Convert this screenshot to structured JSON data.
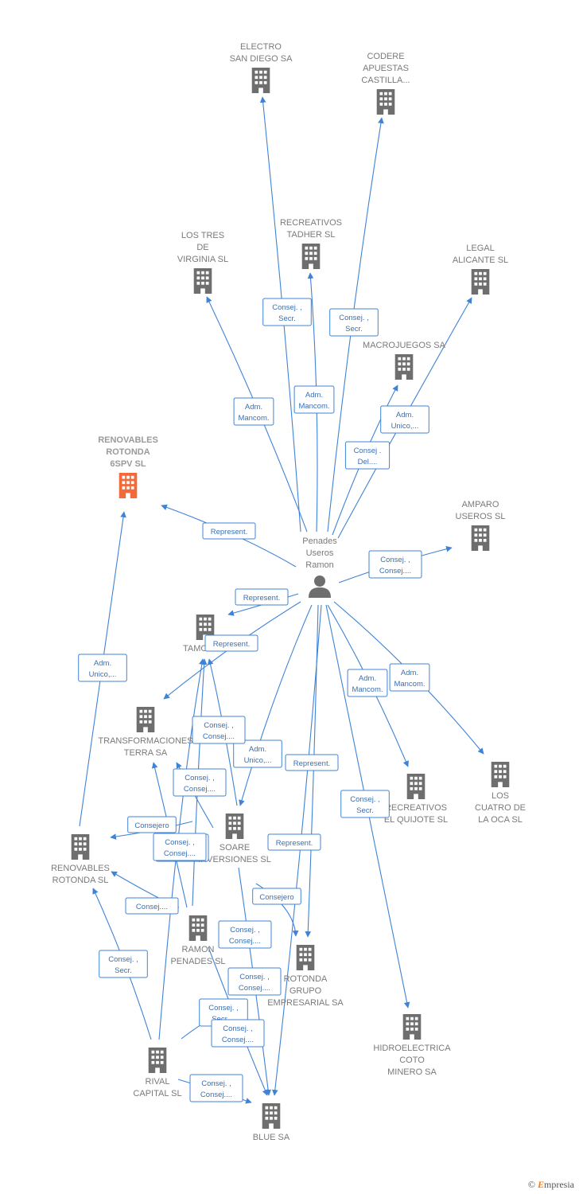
{
  "nodes": [
    {
      "id": "electro",
      "label": [
        "ELECTRO",
        "SAN DIEGO SA"
      ],
      "type": "company"
    },
    {
      "id": "codere",
      "label": [
        "CODERE",
        "APUESTAS",
        "CASTILLA..."
      ],
      "type": "company"
    },
    {
      "id": "tadher",
      "label": [
        "RECREATIVOS",
        "TADHER SL"
      ],
      "type": "company"
    },
    {
      "id": "tresvirginia",
      "label": [
        "LOS TRES",
        "DE",
        "VIRGINIA SL"
      ],
      "type": "company"
    },
    {
      "id": "legal",
      "label": [
        "LEGAL",
        "ALICANTE  SL"
      ],
      "type": "company"
    },
    {
      "id": "macrojuegos",
      "label": [
        "MACROJUEGOS SA"
      ],
      "type": "company"
    },
    {
      "id": "renov6spv",
      "label": [
        "RENOVABLES",
        "ROTONDA",
        "6SPV  SL"
      ],
      "type": "company",
      "highlight": true
    },
    {
      "id": "amparo",
      "label": [
        "AMPARO",
        "USEROS  SL"
      ],
      "type": "company"
    },
    {
      "id": "person",
      "label": [
        "Penades",
        "Useros",
        "Ramon"
      ],
      "type": "person"
    },
    {
      "id": "tamos",
      "label": [
        "TAMOS SA"
      ],
      "type": "company"
    },
    {
      "id": "transf",
      "label": [
        "TRANSFORMACIONES",
        "TERRA SA"
      ],
      "type": "company"
    },
    {
      "id": "quijote",
      "label": [
        "RECREATIVOS",
        "EL QUIJOTE SL"
      ],
      "type": "company"
    },
    {
      "id": "cuatrooca",
      "label": [
        "LOS",
        "CUATRO DE",
        "LA OCA SL"
      ],
      "type": "company"
    },
    {
      "id": "renovsl",
      "label": [
        "RENOVABLES",
        "ROTONDA  SL"
      ],
      "type": "company"
    },
    {
      "id": "soare",
      "label": [
        "SOARE",
        "INVERSIONES SL"
      ],
      "type": "company"
    },
    {
      "id": "ramonsl",
      "label": [
        "RAMON",
        "PENADES SL"
      ],
      "type": "company"
    },
    {
      "id": "rotondagrupo",
      "label": [
        "ROTONDA",
        "GRUPO",
        "EMPRESARIAL SA"
      ],
      "type": "company"
    },
    {
      "id": "hidro",
      "label": [
        "HIDROELECTRICA",
        "COTO",
        "MINERO SA"
      ],
      "type": "company"
    },
    {
      "id": "rival",
      "label": [
        "RIVAL",
        "CAPITAL SL"
      ],
      "type": "company"
    },
    {
      "id": "blue",
      "label": [
        "BLUE SA"
      ],
      "type": "company"
    }
  ],
  "edges": [
    {
      "id": "e-electro",
      "label": [
        "Consej. ,",
        "Secr."
      ]
    },
    {
      "id": "e-codere",
      "label": [
        "Consej. ,",
        "Secr."
      ]
    },
    {
      "id": "e-tadher",
      "label": [
        "Adm.",
        "Mancom."
      ]
    },
    {
      "id": "e-tresvirginia",
      "label": [
        "Adm.",
        "Mancom."
      ]
    },
    {
      "id": "e-legal",
      "label": [
        "Adm.",
        "Unico,..."
      ]
    },
    {
      "id": "e-macro",
      "label": [
        "Consej .",
        "Del...."
      ]
    },
    {
      "id": "e-renov6spv",
      "label": [
        "Represent."
      ]
    },
    {
      "id": "e-amparo",
      "label": [
        "Consej. ,",
        "Consej...."
      ]
    },
    {
      "id": "e-tamos1",
      "label": [
        "Represent."
      ]
    },
    {
      "id": "e-tamos2",
      "label": [
        "Represent."
      ]
    },
    {
      "id": "e-quijote",
      "label": [
        "Adm.",
        "Mancom."
      ]
    },
    {
      "id": "e-cuatro",
      "label": [
        "Adm.",
        "Mancom."
      ]
    },
    {
      "id": "e-soare",
      "label": [
        "Adm.",
        "Unico,..."
      ]
    },
    {
      "id": "e-rotonda1",
      "label": [
        "Represent."
      ]
    },
    {
      "id": "e-hidro",
      "label": [
        "Consej. ,",
        "Secr."
      ]
    },
    {
      "id": "e-rotonda2",
      "label": [
        "Represent."
      ]
    },
    {
      "id": "e-renovsl-6spv",
      "label": [
        "Adm.",
        "Unico,..."
      ]
    },
    {
      "id": "e-t1",
      "label": [
        "Consej. ,",
        "Consej...."
      ]
    },
    {
      "id": "e-t2",
      "label": [
        "Consej. ,",
        "Consej...."
      ]
    },
    {
      "id": "e-consejero1",
      "label": [
        "Consejero"
      ]
    },
    {
      "id": "e-x1",
      "label": [
        "Consej. ,",
        "Consej...."
      ]
    },
    {
      "id": "e-x2",
      "label": [
        "Consej. ,",
        "Consej...."
      ]
    },
    {
      "id": "e-x3",
      "label": [
        "Consej...."
      ]
    },
    {
      "id": "e-consejero2",
      "label": [
        "Consejero"
      ]
    },
    {
      "id": "e-rival-renovsl",
      "label": [
        "Consej. ,",
        "Secr."
      ]
    },
    {
      "id": "e-b1",
      "label": [
        "Consej. ,",
        "Consej...."
      ]
    },
    {
      "id": "e-b2",
      "label": [
        "Consej. ,",
        "Consej...."
      ]
    },
    {
      "id": "e-b3",
      "label": [
        "Consej. ,",
        "Secr...."
      ]
    },
    {
      "id": "e-b4",
      "label": [
        "Consej. ,",
        "Consej...."
      ]
    },
    {
      "id": "e-b5",
      "label": [
        "Consej. ,",
        "Consej...."
      ]
    }
  ],
  "colors": {
    "edge": "#3f83d6",
    "company": "#6e6e6e",
    "highlight": "#f26a3a",
    "person": "#6e6e6e",
    "label_text": "#7a7a7a"
  },
  "brand": {
    "copyright": "©",
    "name": "mpresia",
    "initial": "E"
  }
}
